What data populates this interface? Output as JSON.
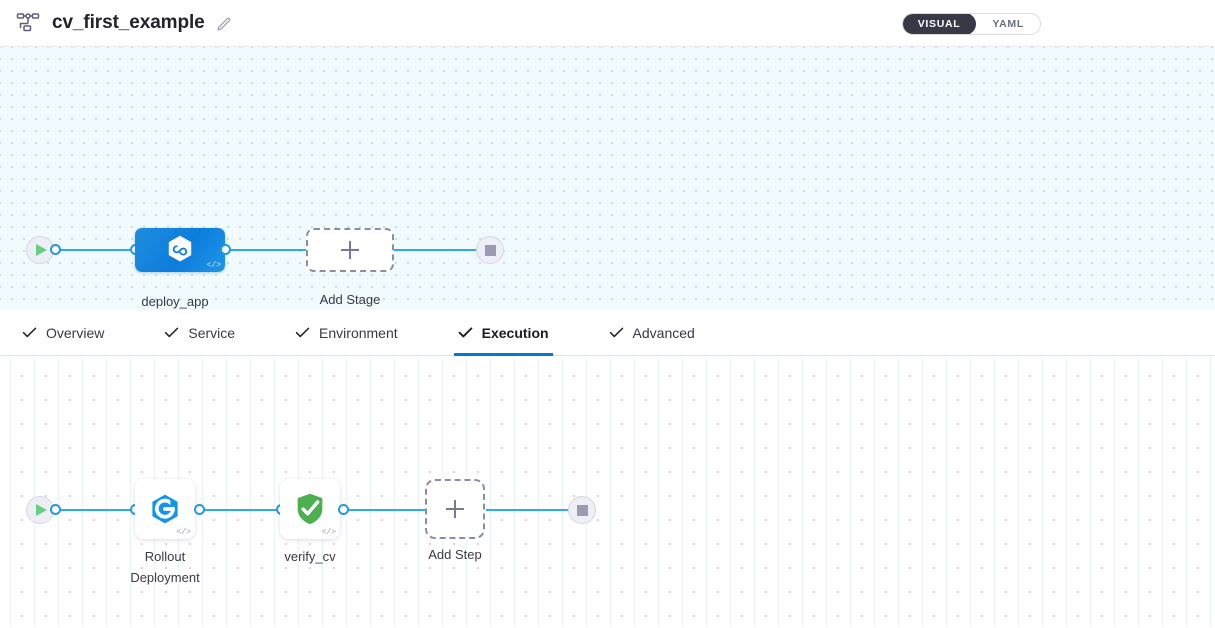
{
  "header": {
    "pipeline_icon": "pipeline-graph-icon",
    "title": "cv_first_example",
    "edit_icon": "pencil-edit-icon",
    "mode_toggle": {
      "options": [
        {
          "label": "VISUAL",
          "active": true
        },
        {
          "label": "YAML",
          "active": false
        }
      ]
    }
  },
  "stage_canvas": {
    "start_node": {
      "name": "start-node",
      "icon": "play-icon"
    },
    "end_node": {
      "name": "end-node",
      "icon": "stop-icon"
    },
    "stages": [
      {
        "label": "deploy_app",
        "icon": "harness-hexagon-icon",
        "code_badge": "</>",
        "selected": true
      },
      {
        "label": "Add Stage",
        "icon": "plus-icon",
        "type": "add"
      }
    ]
  },
  "tabs": [
    {
      "label": "Overview",
      "icon": "check-icon",
      "active": false
    },
    {
      "label": "Service",
      "icon": "check-icon",
      "active": false
    },
    {
      "label": "Environment",
      "icon": "check-icon",
      "active": false
    },
    {
      "label": "Execution",
      "icon": "check-icon",
      "active": true
    },
    {
      "label": "Advanced",
      "icon": "check-icon",
      "active": false
    }
  ],
  "step_canvas": {
    "start_node": {
      "name": "start-node",
      "icon": "play-icon"
    },
    "end_node": {
      "name": "end-node",
      "icon": "stop-icon"
    },
    "steps": [
      {
        "label": "Rollout\nDeployment",
        "icon": "rollout-deployment-icon",
        "code_badge": "</>"
      },
      {
        "label": "verify_cv",
        "icon": "verify-shield-check-icon",
        "code_badge": "</>"
      },
      {
        "label": "Add Step",
        "icon": "plus-icon",
        "type": "add"
      }
    ]
  },
  "colors": {
    "accent_blue": "#0278d5",
    "connector_blue": "#2eabe3",
    "stage_blue": "#0c7ddc",
    "verify_green": "#4caf50",
    "toggle_dark": "#383946",
    "canvas_top_bg": "#f1fafd"
  }
}
